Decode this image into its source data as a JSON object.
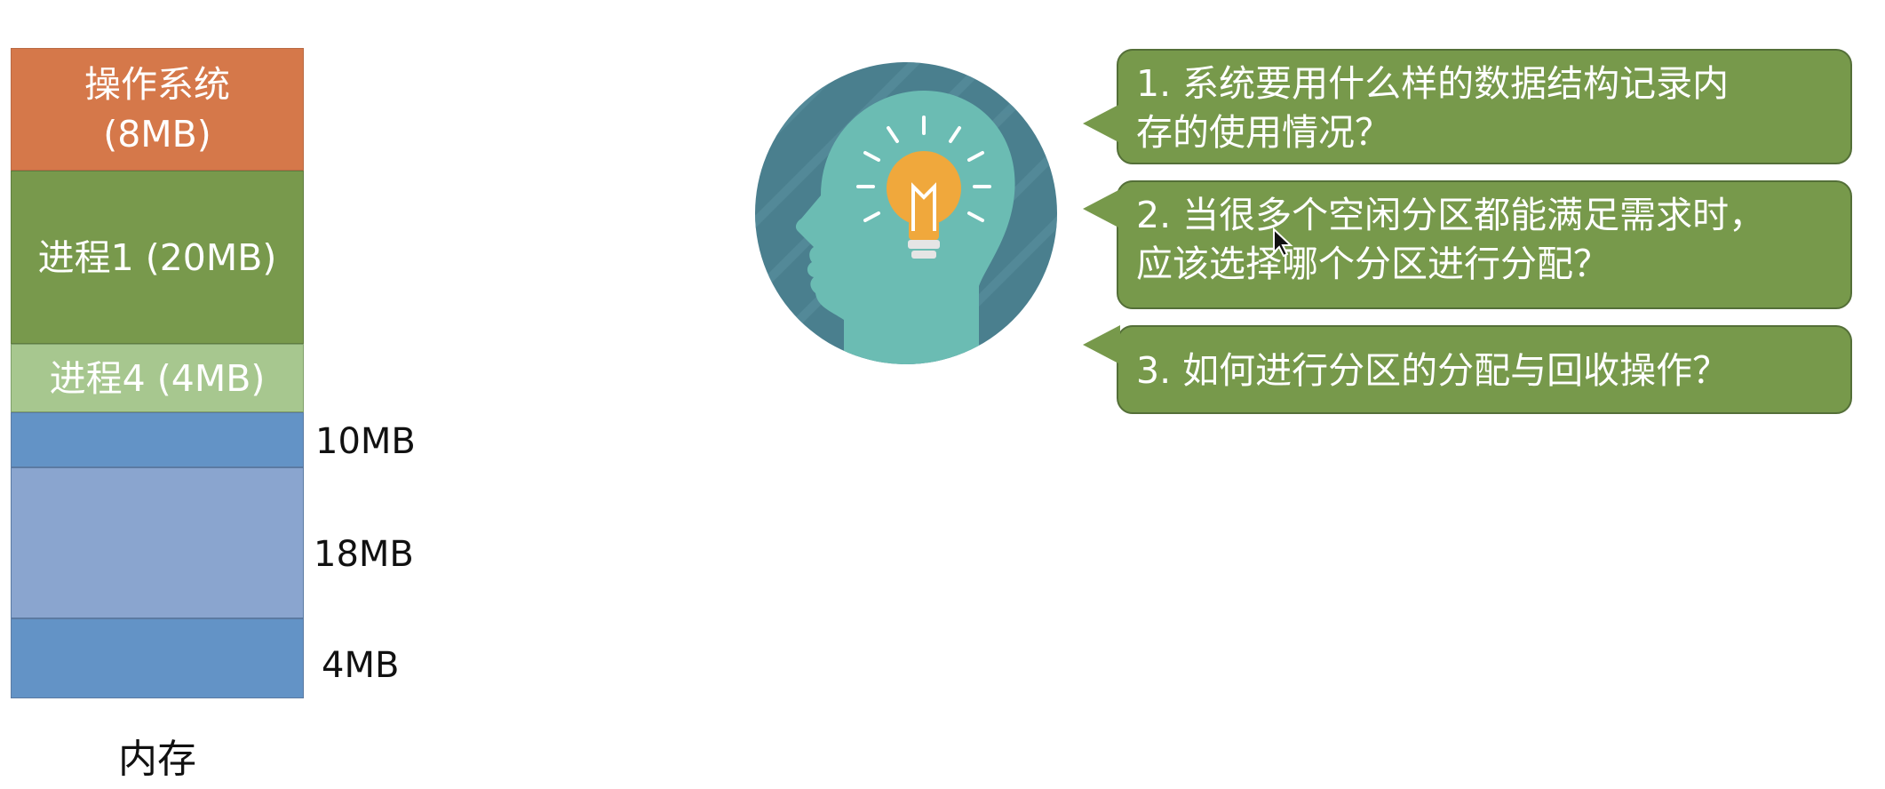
{
  "memory": {
    "caption": "内存",
    "blocks": {
      "os_line1": "操作系统",
      "os_line2": "(8MB)",
      "process1": "进程1 (20MB)",
      "process4": "进程4 (4MB)"
    },
    "free_sizes": [
      "10MB",
      "18MB",
      "4MB"
    ]
  },
  "questions": [
    {
      "line1": "1. 系统要用什么样的数据结构记录内",
      "line2": "存的使用情况？"
    },
    {
      "line1": "2. 当很多个空闲分区都能满足需求时，",
      "line2": "应该选择哪个分区进行分配？"
    },
    {
      "line1": "3. 如何进行分区的分配与回收操作？"
    }
  ],
  "icons": {
    "head": "head-lightbulb-icon",
    "cursor": "mouse-cursor-icon"
  },
  "colors": {
    "os": "#d5784a",
    "process1": "#78994c",
    "process4": "#a7c78f",
    "free_dark": "#6393c6",
    "free_light": "#8aa5cf",
    "bubble": "#77994b",
    "icon_bg": "#4a7f8e",
    "icon_head": "#6bbcb3",
    "bulb": "#f0a83c"
  }
}
